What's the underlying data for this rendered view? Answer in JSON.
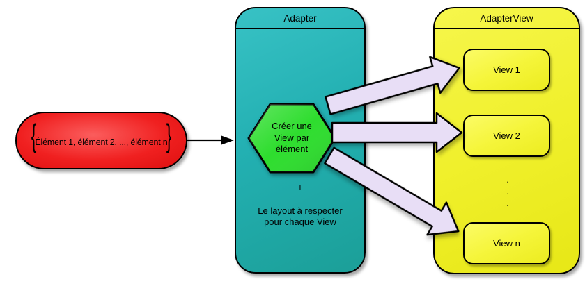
{
  "diagram": {
    "source": {
      "brace_left": "{",
      "text": "Élément 1, élément 2, ..., élément n",
      "brace_right": "}"
    },
    "adapter": {
      "title": "Adapter",
      "hexagon_label": "Créer une\nView par\nélément",
      "plus": "+",
      "note": "Le layout à respecter\npour chaque View"
    },
    "adapterview": {
      "title": "AdapterView",
      "views": [
        "View 1",
        "View 2",
        "View n"
      ],
      "ellipsis": ".\n.\n."
    },
    "colors": {
      "source_fill": "#ee1c1c",
      "adapter_fill": "#23b0b2",
      "adapterview_fill": "#f0f02c",
      "view_fill": "#f5f53a",
      "hexagon_fill": "#2edd2e",
      "arrow_fill": "#e8def6",
      "outline": "#000000"
    }
  }
}
